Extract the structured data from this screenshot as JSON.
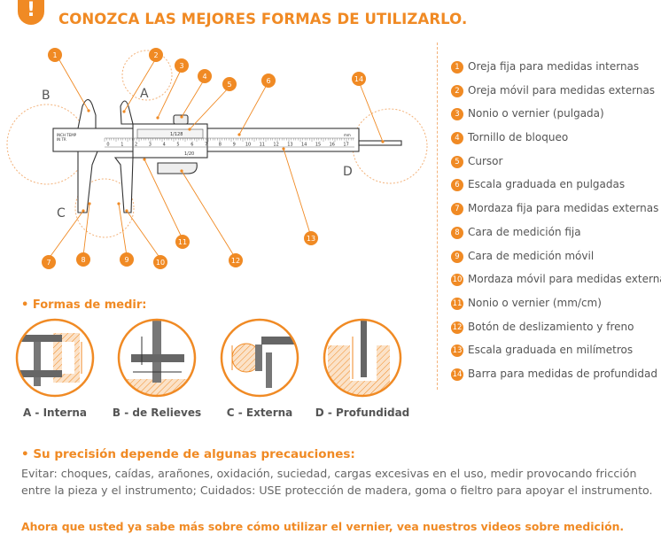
{
  "header": {
    "alert_symbol": "!",
    "title": "CONOZCA LAS MEJORES FORMAS DE UTILIZARLO."
  },
  "diagram": {
    "letters": {
      "a": "A",
      "b": "B",
      "c": "C",
      "d": "D"
    },
    "callouts": [
      "1",
      "2",
      "3",
      "4",
      "5",
      "6",
      "7",
      "8",
      "9",
      "10",
      "11",
      "12",
      "13",
      "14"
    ],
    "scale_inch_unit": "1/128",
    "scale_mm_unit": "1/20",
    "brand_tag": "INCH TEMP",
    "brand_tag2": "IN TR",
    "main_scale_numbers": [
      "0",
      "1",
      "2",
      "3",
      "4",
      "5",
      "6",
      "7",
      "8",
      "9",
      "10",
      "11",
      "12",
      "13",
      "14",
      "15",
      "16",
      "17"
    ],
    "main_scale_unit": "mm"
  },
  "legend": [
    {
      "n": "1",
      "text": "Oreja fija para medidas internas"
    },
    {
      "n": "2",
      "text": "Oreja móvil para medidas externas"
    },
    {
      "n": "3",
      "text": "Nonio o vernier (pulgada)"
    },
    {
      "n": "4",
      "text": "Tornillo de bloqueo"
    },
    {
      "n": "5",
      "text": "Cursor"
    },
    {
      "n": "6",
      "text": "Escala graduada en pulgadas"
    },
    {
      "n": "7",
      "text": "Mordaza fija para medidas externas"
    },
    {
      "n": "8",
      "text": "Cara de medición fija"
    },
    {
      "n": "9",
      "text": "Cara de medición móvil"
    },
    {
      "n": "10",
      "text": "Mordaza móvil para medidas externas"
    },
    {
      "n": "11",
      "text": "Nonio o vernier (mm/cm)"
    },
    {
      "n": "12",
      "text": "Botón de deslizamiento y freno"
    },
    {
      "n": "13",
      "text": "Escala graduada en milímetros"
    },
    {
      "n": "14",
      "text": "Barra para medidas de profundidad"
    }
  ],
  "formas": {
    "heading": "• Formas de medir:",
    "items": [
      {
        "label": "A - Interna"
      },
      {
        "label": "B - de Relieves"
      },
      {
        "label": "C - Externa"
      },
      {
        "label": "D - Profundidad"
      }
    ]
  },
  "precision": {
    "heading": "• Su precisión depende de algunas precauciones:",
    "text": "Evitar: choques, caídas, arañones, oxidación, suciedad, cargas excesivas en el uso, medir provocando fricción entre la pieza y el instrumento; Cuidados: USE protección de madera, goma o fieltro para apoyar el instrumento."
  },
  "footer": {
    "text": "Ahora que usted ya sabe más sobre cómo utilizar el vernier, vea nuestros videos sobre medición."
  },
  "colors": {
    "accent": "#f08a24",
    "text": "#555555",
    "line": "#3a3a3a"
  }
}
